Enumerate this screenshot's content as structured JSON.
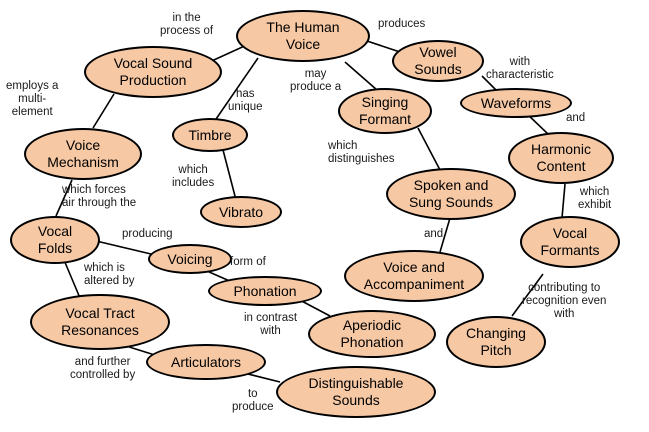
{
  "concepts": {
    "human_voice": "The Human\nVoice",
    "vocal_sound_production": "Vocal Sound\nProduction",
    "vowel_sounds": "Vowel\nSounds",
    "timbre": "Timbre",
    "singing_formant": "Singing\nFormant",
    "waveforms": "Waveforms",
    "voice_mechanism": "Voice\nMechanism",
    "harmonic_content": "Harmonic\nContent",
    "vibrato": "Vibrato",
    "spoken_sung": "Spoken and\nSung Sounds",
    "vocal_folds": "Vocal\nFolds",
    "vocal_formants": "Vocal\nFormants",
    "voicing": "Voicing",
    "voice_accompaniment": "Voice and\nAccompaniment",
    "phonation": "Phonation",
    "vocal_tract": "Vocal Tract\nResonances",
    "aperiodic": "Aperiodic\nPhonation",
    "changing_pitch": "Changing\nPitch",
    "articulators": "Articulators",
    "distinguishable": "Distinguishable\nSounds"
  },
  "links": {
    "in_process_of": "in the\nprocess of",
    "produces": "produces",
    "with_characteristic": "with\ncharacteristic",
    "employs": "employs a\nmulti-\nelement",
    "has_unique": "has\nunique",
    "may_produce": "may\nproduce a",
    "and_1": "and",
    "which_distinguishes": "which\ndistinguishes",
    "which_includes": "which\nincludes",
    "which_exhibit": "which\nexhibit",
    "which_forces": "which forces\nair through the",
    "producing": "producing",
    "and_2": "and",
    "form_of": "form of",
    "which_is_altered": "which is\naltered by",
    "contributing": "contributing to\nrecognition even\nwith",
    "in_contrast": "in contrast\nwith",
    "and_further": "and further\ncontrolled by",
    "to_produce": "to\nproduce"
  }
}
